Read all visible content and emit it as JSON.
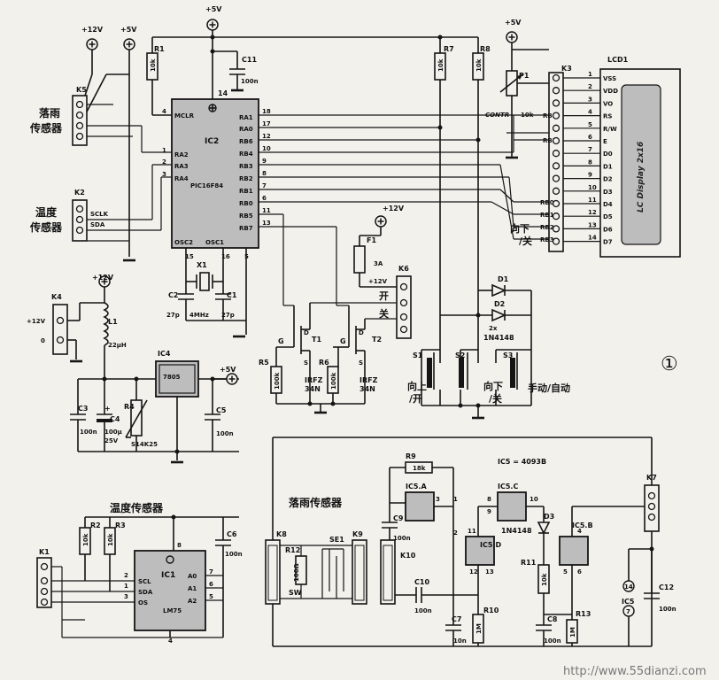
{
  "supplies": {
    "p12v": "+12V",
    "p5v": "+5V"
  },
  "connectors": {
    "k5": "K5",
    "k5_label_1": "落雨",
    "k5_label_2": "传感器",
    "k2": "K2",
    "k2_label_1": "温度",
    "k2_label_2": "传感器",
    "k2_sclk": "SCLK",
    "k2_sda": "SDA",
    "k4": "K4",
    "k4_pin_12v": "+12V",
    "k4_pin_0": "0",
    "k3": "K3",
    "k6": "K6",
    "k6_on": "开",
    "k6_off": "关",
    "k7": "K7",
    "k8": "K8",
    "k9": "K9",
    "k10": "K10",
    "k1": "K1"
  },
  "ic2": {
    "ref": "IC2",
    "part": "PIC16F84",
    "pins_left": [
      "MCLR",
      "RA2",
      "RA3",
      "RA4"
    ],
    "pins_left_num": [
      "4",
      "1",
      "2",
      "3"
    ],
    "pins_right": [
      "RA1",
      "RA0",
      "RB6",
      "RB4",
      "RB3",
      "RB2",
      "RB1",
      "RB0",
      "RB5",
      "RB7"
    ],
    "pins_right_num": [
      "18",
      "17",
      "12",
      "10",
      "9",
      "8",
      "7",
      "6",
      "11",
      "13"
    ],
    "osc1": "OSC1",
    "osc2": "OSC2",
    "vdd": "14",
    "osc2_num": "15",
    "osc1_num": "16",
    "vss": "5"
  },
  "lcd": {
    "ref": "LCD1",
    "text": "LC Display 2x16",
    "pins": [
      "VSS",
      "VDD",
      "VO",
      "RS",
      "R/W",
      "E",
      "D0",
      "D1",
      "D2",
      "D3",
      "D4",
      "D5",
      "D6",
      "D7"
    ],
    "nums": [
      "1",
      "2",
      "3",
      "4",
      "5",
      "6",
      "7",
      "8",
      "9",
      "10",
      "11",
      "12",
      "13",
      "14"
    ],
    "k3_nets": [
      "RB4",
      "RB5",
      "RB0",
      "RB1",
      "RB2",
      "RB3"
    ]
  },
  "components": {
    "r1": "R1",
    "r1_val": "10k",
    "c11": "C11",
    "c11_val": "100n",
    "r7": "R7",
    "r7_val": "10k",
    "r8": "R8",
    "r8_val": "10k",
    "p1": "P1",
    "p1_val": "10k",
    "contr": "CONTR",
    "x1": "X1",
    "x1_val": "4MHz",
    "c1": "C1",
    "c2": "C2",
    "c_27p": "27p",
    "f1": "F1",
    "f1_val": "3A",
    "k6_12v": "+12V",
    "d1": "D1",
    "d2": "D2",
    "d_val": "2x",
    "d_part": "1N4148",
    "t1": "T1",
    "t2": "T2",
    "t_part": "IRFZ",
    "t_part2": "34N",
    "g": "G",
    "d": "D",
    "s": "S",
    "r5": "R5",
    "r5_val": "100k",
    "r6": "R6",
    "r6_val": "100k",
    "s1": "S1",
    "s2": "S2",
    "s3": "S3",
    "s1_label_1": "向上",
    "s1_label_2": "/开",
    "s3_label_1": "向下",
    "s3_label_2": "/关",
    "manual_auto": "手动/自动",
    "rb2_label": "向下",
    "rb3_label": "/关",
    "l1": "L1",
    "l1_val": "22µH",
    "ic4": "IC4",
    "ic4_part": "7805",
    "c3": "C3",
    "c3_val": "100n",
    "c4": "C4",
    "c4_val": "100µ",
    "c4_v": "25V",
    "r4": "R4",
    "r4_part": "S14K25",
    "c5": "C5",
    "c5_val": "100n",
    "r9": "R9",
    "r9_val": "18k",
    "ic5_title": "IC5 = 4093B",
    "ic5a": "IC5.A",
    "ic5b": "IC5.B",
    "ic5c": "IC5.C",
    "ic5d": "IC5.D",
    "c9": "C9",
    "c9_val": "100n",
    "c10": "C10",
    "c10_val": "100n",
    "c7": "C7",
    "c7_val": "10n",
    "r10": "R10",
    "r10_val": "1M",
    "r11": "R11",
    "r11_val": "10k",
    "d3": "D3",
    "d3_part": "1N4148",
    "c8": "C8",
    "c8_val": "100n",
    "r13": "R13",
    "r13_val": "1M",
    "ic5": "IC5",
    "c12": "C12",
    "c12_val": "100n",
    "p14": "14",
    "p7": "7",
    "rain_label": "落雨传感器",
    "se1": "SE1",
    "r12": "R12",
    "r12_val": "100Ω",
    "sw": "SW",
    "temp_label": "温度传感器",
    "r2": "R2",
    "r2_val": "10k",
    "r3": "R3",
    "r3_val": "10k",
    "c6": "C6",
    "c6_val": "100n",
    "ic1": "IC1",
    "ic1_part": "LM75",
    "ic1_pins_left": [
      "SCL",
      "SDA",
      "OS"
    ],
    "ic1_pins_right": [
      "A0",
      "A1",
      "A2"
    ],
    "ic1_num_left": [
      "2",
      "1",
      "3"
    ],
    "ic1_num_right": [
      "7",
      "6",
      "5"
    ],
    "ic1_vdd": "8",
    "ic1_gnd": "4"
  },
  "figure_number": "①",
  "watermark": "http://www.55dianzi.com"
}
